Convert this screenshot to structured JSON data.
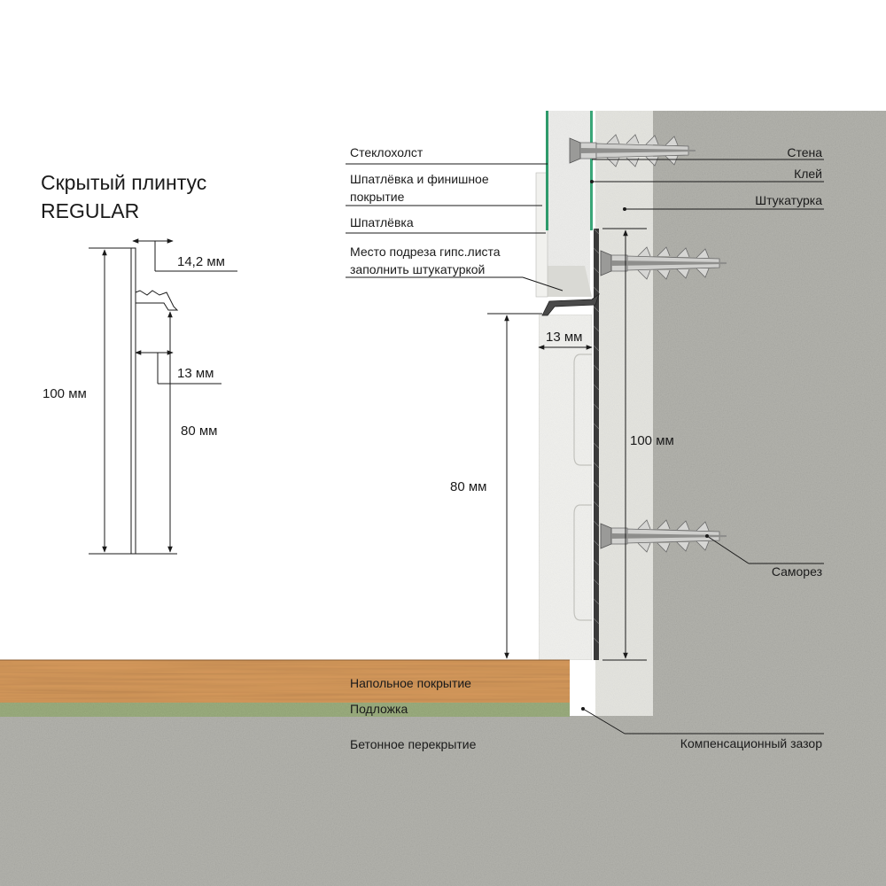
{
  "title": {
    "line1": "Скрытый плинтус",
    "line2": "REGULAR"
  },
  "profile_dims": {
    "top_offset": "14,2 мм",
    "reveal": "13 мм",
    "height_total": "100 мм",
    "height_lower": "80 мм"
  },
  "section_dims": {
    "reveal": "13 мм",
    "height_lower": "80 мм",
    "height_total": "100 мм"
  },
  "left_callouts": {
    "fiberglass": "Стеклохолст",
    "putty_finish_l1": "Шпатлёвка и финишное",
    "putty_finish_l2": "покрытие",
    "putty": "Шпатлёвка",
    "cut_l1": "Место подреза гипс.листа",
    "cut_l2": "заполнить штукатуркой"
  },
  "right_callouts": {
    "wall": "Стена",
    "glue": "Клей",
    "plaster": "Штукатурка",
    "screw": "Саморез",
    "expansion_gap": "Компенсационный зазор"
  },
  "floor_layers": {
    "flooring": "Напольное покрытие",
    "underlay": "Подложка",
    "slab": "Бетонное перекрытие"
  },
  "colors": {
    "concrete": "#b4b4ae",
    "plaster": "#e6e6e1",
    "board": "#f2f2ef",
    "wood": "#d79a5c",
    "underlay": "#9cae7f",
    "glass": "#2e9a6b",
    "line": "#1a1a1a"
  }
}
